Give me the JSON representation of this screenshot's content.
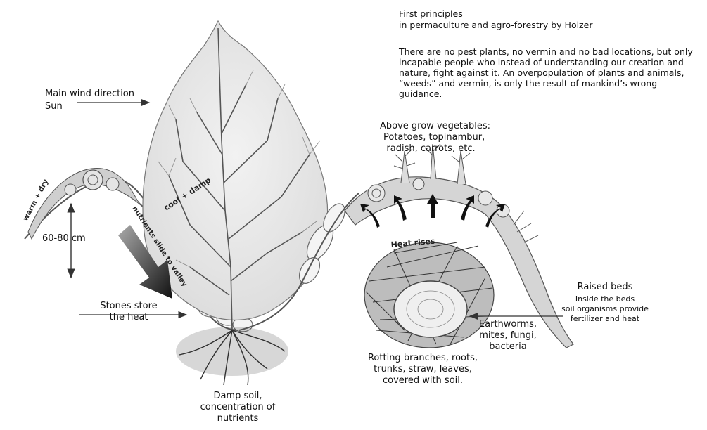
{
  "header": {
    "title": "First principles",
    "subtitle": "in permaculture and agro-forestry by Holzer",
    "body": "There are no pest plants, no vermin and no bad locations, but only incapable people who instead of understanding our creation and nature, fight against it. An overpopulation of plants and animals, “weeds” and vermin, is only the result of mankind’s wrong guidance."
  },
  "labels": {
    "wind_line1": "Main wind direction",
    "wind_line2": "Sun",
    "vegetables_intro": "Above grow vegetables:",
    "vegetables_list_1": "Potatoes, topinambur,",
    "vegetables_list_2": "radish, carrots, etc.",
    "height": "60-80 cm",
    "stones_1": "Stones store",
    "stones_2": "the heat",
    "damp_1": "Damp soil,",
    "damp_2": "concentration of",
    "damp_3": "nutrients",
    "rotting_1": "Rotting branches, roots,",
    "rotting_2": "trunks, straw, leaves,",
    "rotting_3": "covered with soil.",
    "earthworms_1": "Earthworms,",
    "earthworms_2": "mites, fungi,",
    "earthworms_3": "bacteria",
    "raised_title": "Raised beds",
    "raised_1": "Inside the beds",
    "raised_2": "soil organisms provide",
    "raised_3": "fertilizer and heat"
  },
  "illustration_labels": {
    "warm_dry": "warm + dry",
    "nutrients": "nutrients slide to valley",
    "cool_damp": "cool + damp",
    "heat_rises": "Heat rises"
  }
}
